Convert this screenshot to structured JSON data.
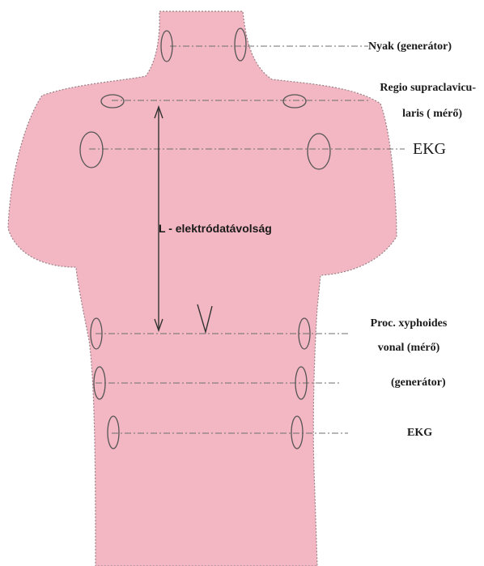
{
  "colors": {
    "body_fill": "#f2b7c2",
    "outline": "#9a8088",
    "line": "#6f6f6f",
    "text": "#1a1a1a",
    "page": "#ffffff"
  },
  "labels": {
    "nyak": "Nyak (generátor)",
    "regio_line1": "Regio supraclavicu-",
    "regio_line2": "laris ( mérő)",
    "ekg_upper": "EKG",
    "distance": "L - elektródatávolság",
    "proc_line1": "Proc. xyphoides",
    "proc_line2": "vonal (mérő)",
    "generator": "(generátor)",
    "ekg_lower": "EKG"
  }
}
